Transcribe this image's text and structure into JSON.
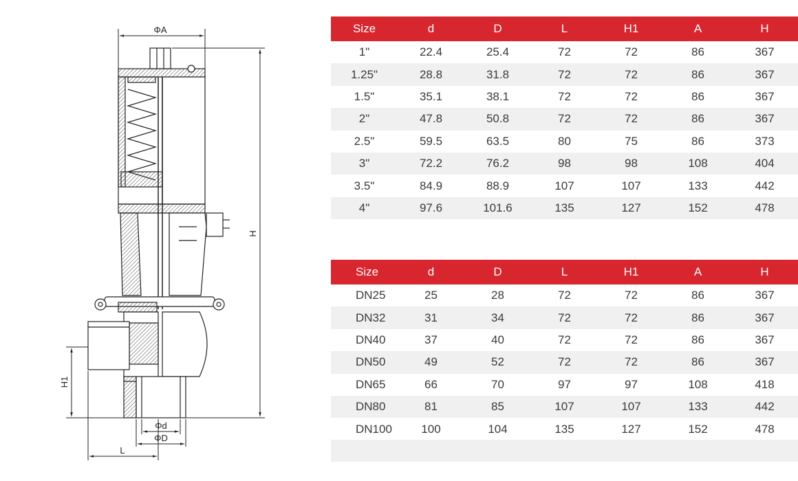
{
  "drawing": {
    "labels": {
      "phiA": "ΦA",
      "H": "H",
      "H1": "H1",
      "phid": "Φd",
      "phiD": "ΦD",
      "L": "L"
    }
  },
  "table_inch": {
    "headers": [
      "Size",
      "d",
      "D",
      "L",
      "H1",
      "A",
      "H"
    ],
    "rows": [
      [
        "1\"",
        "22.4",
        "25.4",
        "72",
        "72",
        "86",
        "367"
      ],
      [
        "1.25\"",
        "28.8",
        "31.8",
        "72",
        "72",
        "86",
        "367"
      ],
      [
        "1.5\"",
        "35.1",
        "38.1",
        "72",
        "72",
        "86",
        "367"
      ],
      [
        "2\"",
        "47.8",
        "50.8",
        "72",
        "72",
        "86",
        "367"
      ],
      [
        "2.5\"",
        "59.5",
        "63.5",
        "80",
        "75",
        "86",
        "373"
      ],
      [
        "3\"",
        "72.2",
        "76.2",
        "98",
        "98",
        "108",
        "404"
      ],
      [
        "3.5\"",
        "84.9",
        "88.9",
        "107",
        "107",
        "133",
        "442"
      ],
      [
        "4\"",
        "97.6",
        "101.6",
        "135",
        "127",
        "152",
        "478"
      ]
    ]
  },
  "table_dn": {
    "headers": [
      "Size",
      "d",
      "D",
      "L",
      "H1",
      "A",
      "H"
    ],
    "rows": [
      [
        "DN25",
        "25",
        "28",
        "72",
        "72",
        "86",
        "367"
      ],
      [
        "DN32",
        "31",
        "34",
        "72",
        "72",
        "86",
        "367"
      ],
      [
        "DN40",
        "37",
        "40",
        "72",
        "72",
        "86",
        "367"
      ],
      [
        "DN50",
        "49",
        "52",
        "72",
        "72",
        "86",
        "367"
      ],
      [
        "DN65",
        "66",
        "70",
        "97",
        "97",
        "108",
        "418"
      ],
      [
        "DN80",
        "81",
        "85",
        "107",
        "107",
        "133",
        "442"
      ],
      [
        "DN100",
        "100",
        "104",
        "135",
        "127",
        "152",
        "478"
      ]
    ]
  },
  "colors": {
    "header_bg": "#d7262e",
    "stripe": "#f0f0f0"
  }
}
